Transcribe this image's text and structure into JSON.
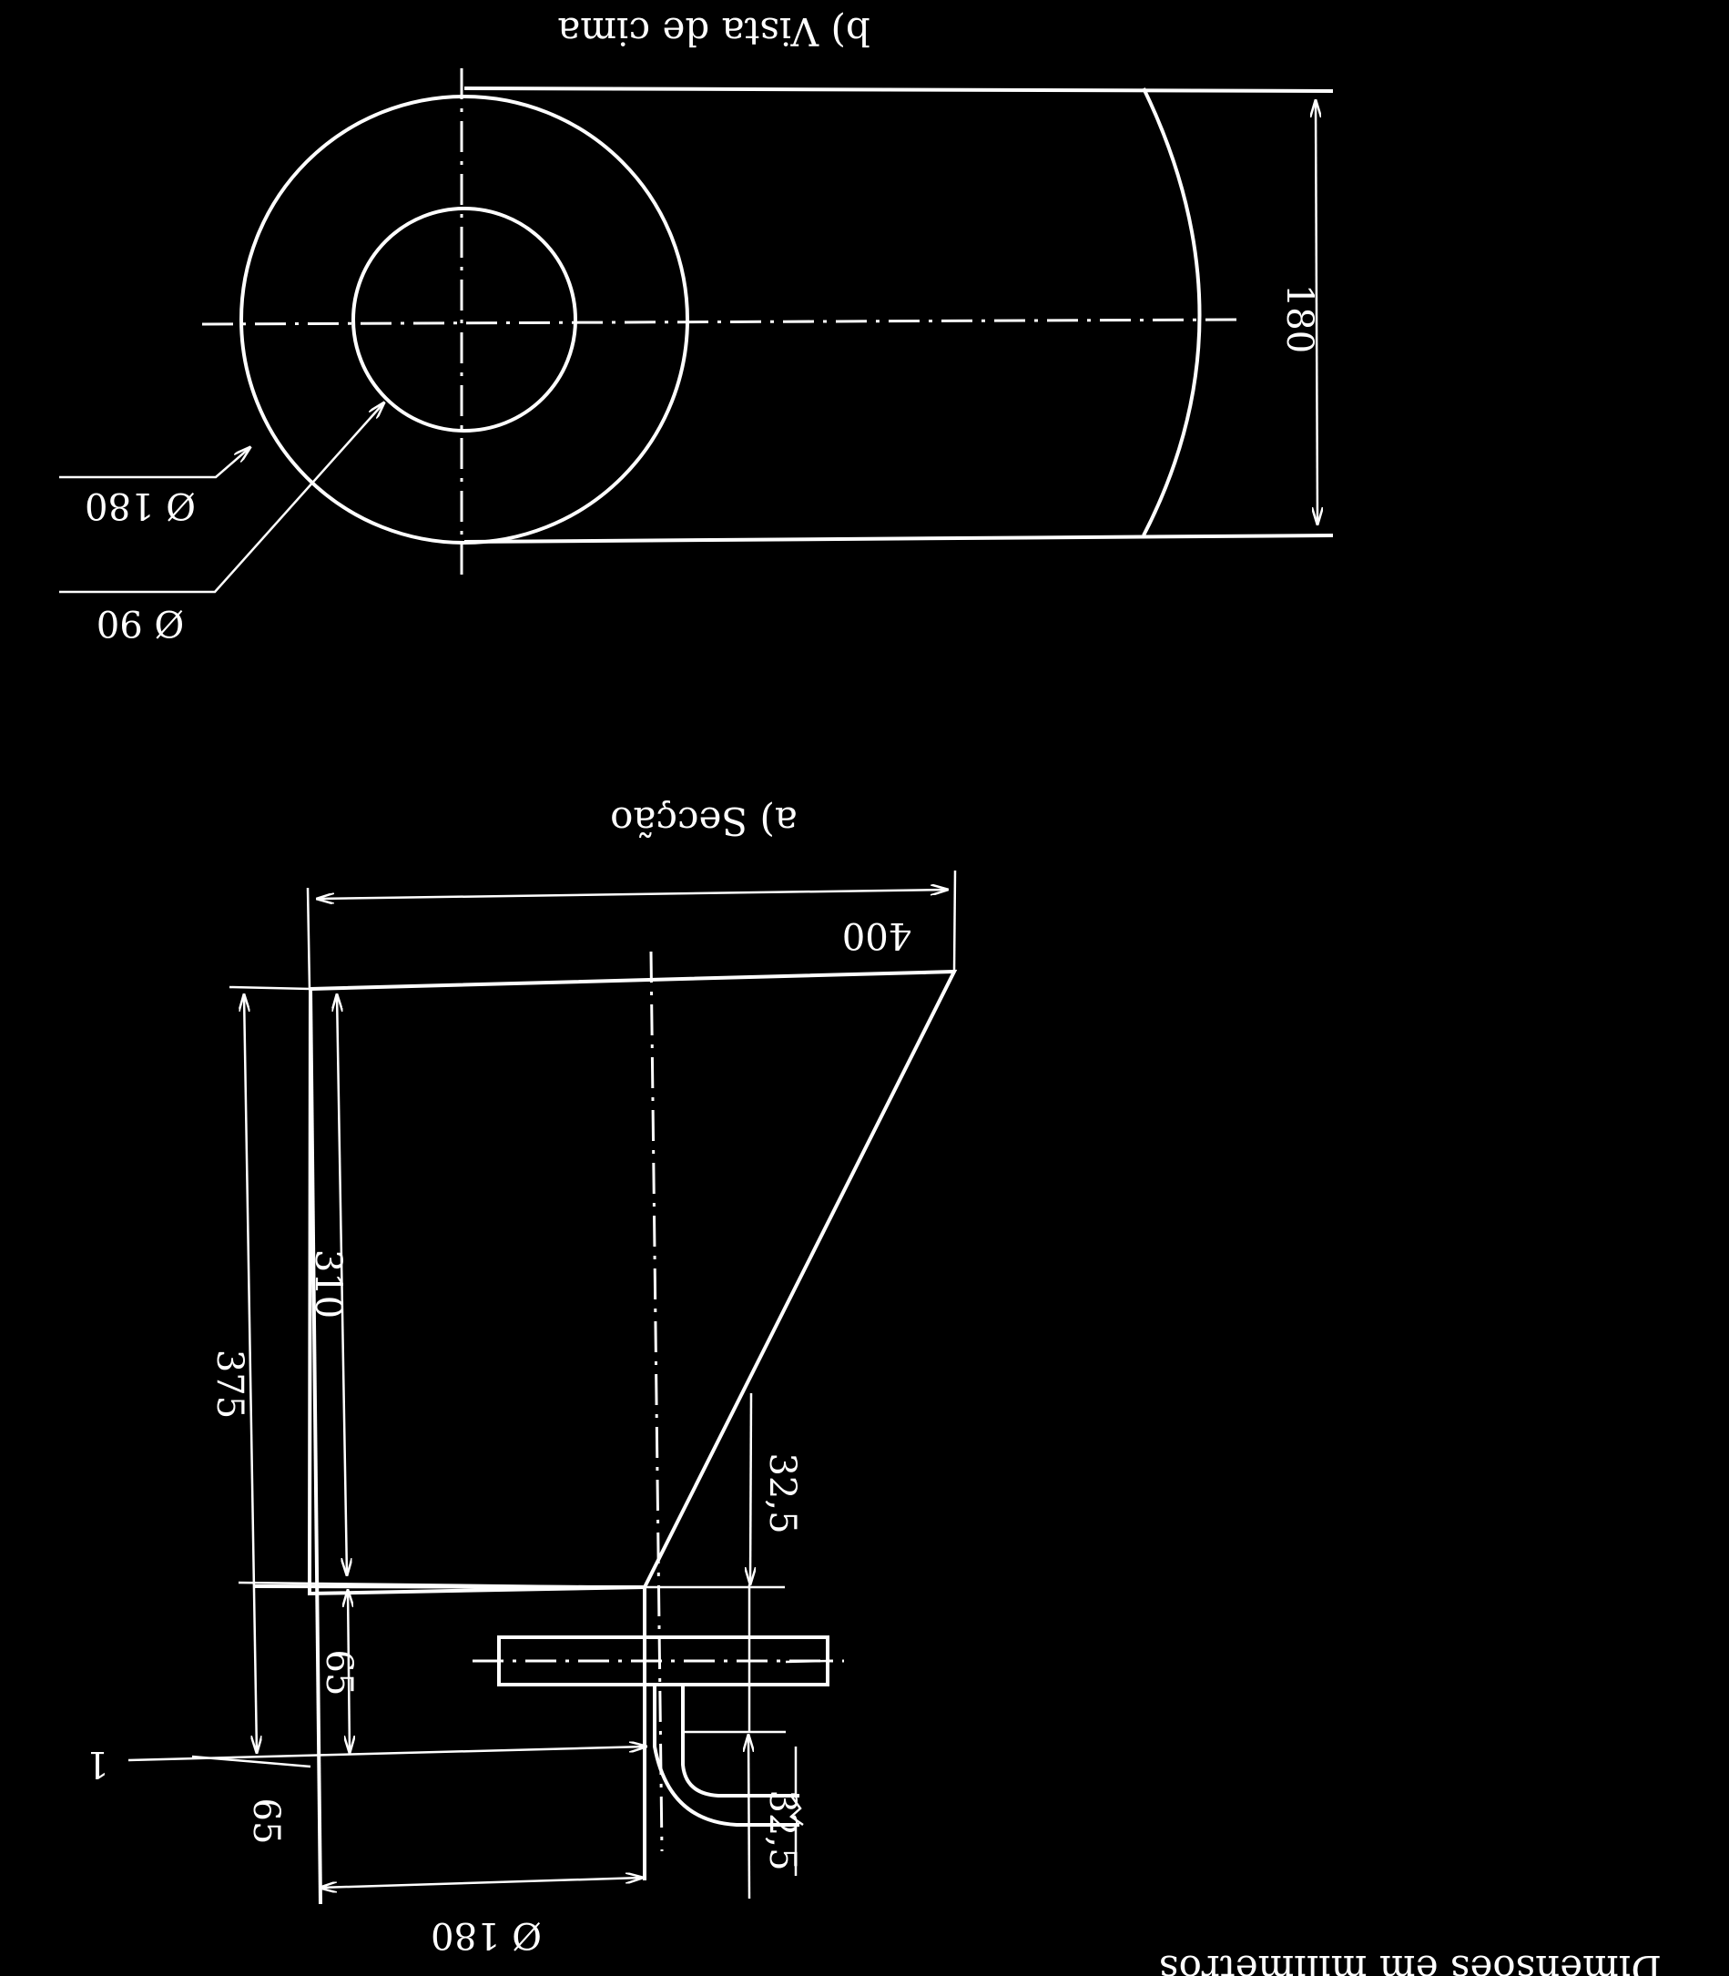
{
  "view_b": {
    "caption": "b) Vista de cima",
    "width_label": "180",
    "outer_diameter_label": "Ø 180",
    "inner_diameter_label": "Ø 90"
  },
  "view_a": {
    "caption": "a) Secção",
    "length_label": "400",
    "height_total_label": "375",
    "height_cone_label": "310",
    "height_lower_label": "65",
    "bottom_offset_label": "65",
    "diameter_label": "Ø 180",
    "side_offset_top_label": "32,5",
    "side_offset_bottom_label": "32,5",
    "marker_label": "1"
  },
  "footer": {
    "units_note": "Dimensões em milímetros"
  }
}
